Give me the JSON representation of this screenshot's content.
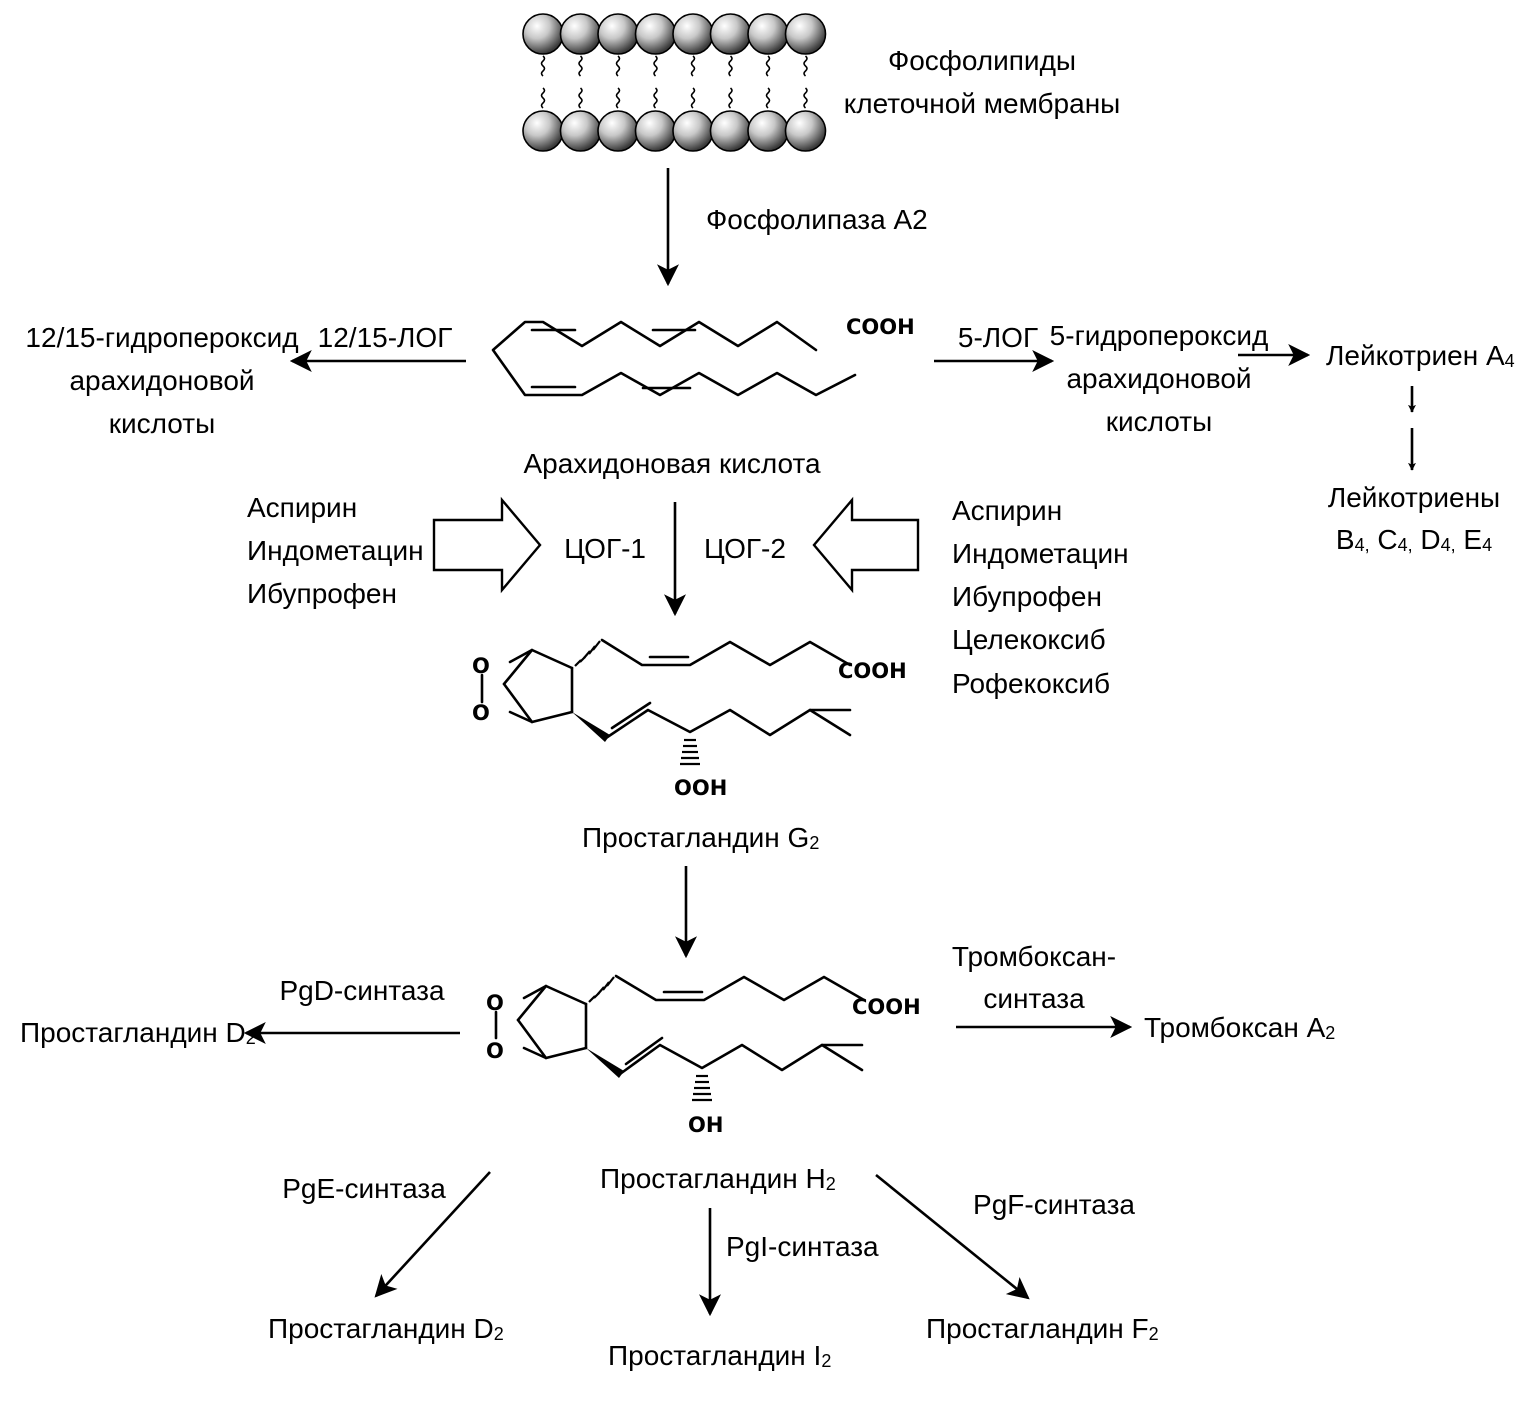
{
  "membrane": {
    "label_line1": "Фосфолипиды",
    "label_line2": "клеточной мембраны"
  },
  "enzymes": {
    "phospholipase": "Фосфолипаза А2",
    "log_1215": "12/15-ЛОГ",
    "log_5": "5-ЛОГ",
    "cox1": "ЦОГ-1",
    "cox2": "ЦОГ-2",
    "pgd_synthase": "PgD-синтаза",
    "thromboxane_synthase_line1": "Тромбоксан-",
    "thromboxane_synthase_line2": "синтаза",
    "pge_synthase": "PgE-синтаза",
    "pgi_synthase": "PgI-синтаза",
    "pgf_synthase": "PgF-синтаза"
  },
  "products": {
    "hpete_1215": [
      "12/15-гидропероксид",
      "арахидоновой",
      "кислоты"
    ],
    "hpete_5": [
      "5-гидропероксид",
      "арахидоновой",
      "кислоты"
    ],
    "arachidonic_acid": "Арахидоновая кислота",
    "leukotriene_a4": {
      "main": "Лейкотриен А",
      "sub": "4"
    },
    "leukotrienes_line1": "Лейкотриены",
    "leukotrienes_line2": [
      {
        "main": "B",
        "sub": "4,"
      },
      {
        "main": " C",
        "sub": "4,"
      },
      {
        "main": " D",
        "sub": "4,"
      },
      {
        "main": " E",
        "sub": "4"
      }
    ],
    "pgg2": {
      "main": "Простагландин G",
      "sub": "2"
    },
    "pgh2": {
      "main": "Простагландин H",
      "sub": "2"
    },
    "pgd2_left": {
      "main": "Простагландин D",
      "sub": "2"
    },
    "thromboxane_a2": {
      "main": "Тромбоксан А",
      "sub": "2"
    },
    "pgd2_bottom": {
      "main": "Простагландин D",
      "sub": "2"
    },
    "pgi2": {
      "main": "Простагландин I",
      "sub": "2"
    },
    "pgf2": {
      "main": "Простагландин F",
      "sub": "2"
    }
  },
  "inhibitors": {
    "left": [
      "Аспирин",
      "Индометацин",
      "Ибупрофен"
    ],
    "right": [
      "Аспирин",
      "Индометацин",
      "Ибупрофен",
      "Целекоксиб",
      "Рофекоксиб"
    ]
  },
  "chem_labels": {
    "cooh": "COOH",
    "ooh": "OOH",
    "oh": "OH",
    "o": "O"
  }
}
